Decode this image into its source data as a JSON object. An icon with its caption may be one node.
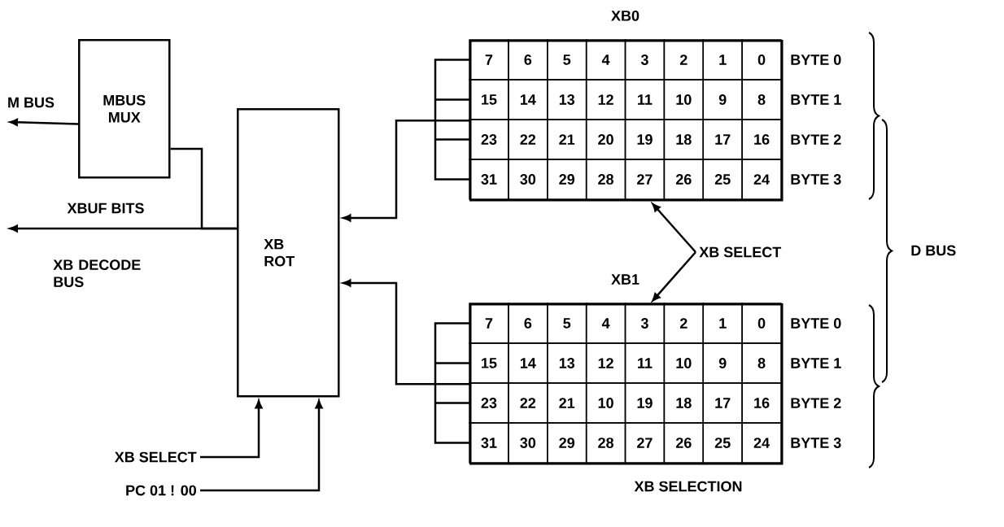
{
  "diagram": {
    "caption": "XB SELECTION",
    "nodes": [
      {
        "text": [
          "MBUS MUX"
        ]
      },
      {
        "text": [
          "XB ROT"
        ]
      },
      {
        "text": [
          "XB0"
        ]
      },
      {
        "text": [
          "XB1"
        ]
      },
      {
        "text": [
          "XB SELECT"
        ]
      },
      {
        "text": [
          "XB SELECT"
        ]
      },
      {
        "text": [
          "PC 01 ! 00"
        ]
      }
    ],
    "edges": [
      {
        "from": 0,
        "to": null,
        "arrow": "to",
        "label": "M BUS"
      },
      {
        "from": 1,
        "to": null,
        "arrow": "to",
        "label": "XBUF BITS"
      },
      {
        "from": 1,
        "to": 0,
        "arrow": "none"
      },
      {
        "from": 2,
        "to": 1,
        "arrow": "to"
      },
      {
        "from": 3,
        "to": 1,
        "arrow": "to"
      },
      {
        "from": 4,
        "to": 2,
        "arrow": "to"
      },
      {
        "from": 4,
        "to": 3,
        "arrow": "to"
      },
      {
        "from": 5,
        "to": 1,
        "arrow": "to"
      },
      {
        "from": 6,
        "to": 1,
        "arrow": "to"
      }
    ],
    "labels": [
      "7",
      "6",
      "5",
      "4",
      "3",
      "2",
      "1",
      "0",
      "BYTE 0",
      "15",
      "14",
      "13",
      "12",
      "11",
      "10",
      "9",
      "8",
      "BYTE 1",
      "23",
      "22",
      "21",
      "20",
      "19",
      "18",
      "17",
      "16",
      "BYTE 2",
      "31",
      "30",
      "29",
      "28",
      "27",
      "26",
      "25",
      "24",
      "BYTE 3",
      "7",
      "6",
      "5",
      "4",
      "3",
      "2",
      "1",
      "0",
      "BYTE 0",
      "15",
      "14",
      "13",
      "12",
      "11",
      "10",
      "9",
      "8",
      "BYTE 1",
      "23",
      "22",
      "21",
      "10",
      "19",
      "18",
      "17",
      "16",
      "BYTE 2",
      "31",
      "30",
      "29",
      "28",
      "27",
      "26",
      "25",
      "24",
      "BYTE 3",
      "XB DECODE BUS",
      "D BUS"
    ]
  }
}
